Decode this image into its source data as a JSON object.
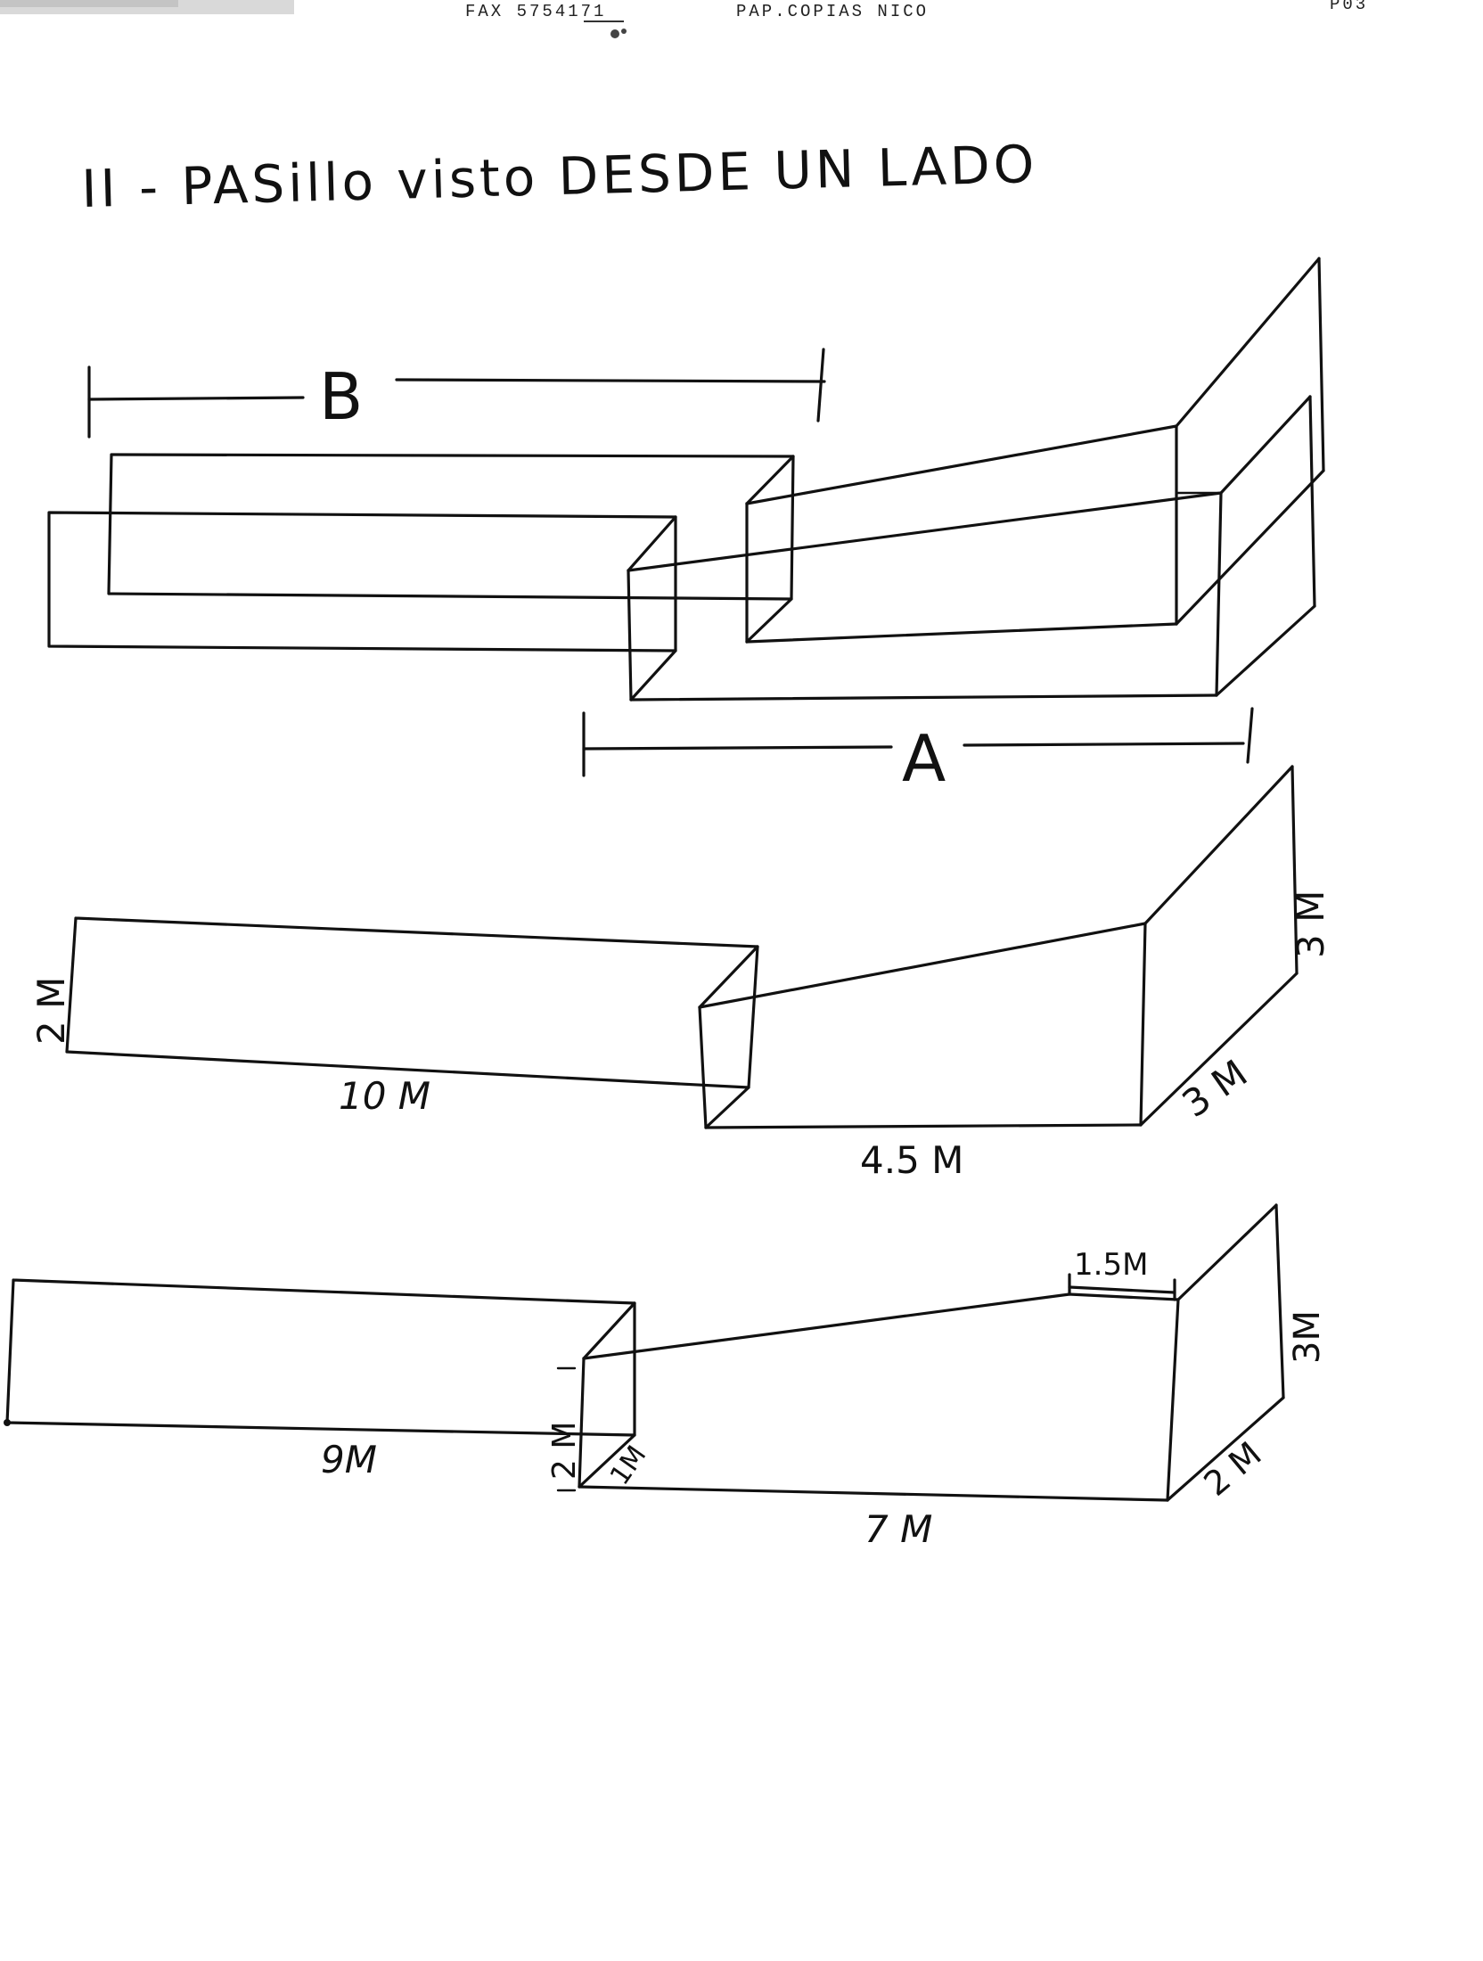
{
  "fax_header": {
    "fax_number": "FAX 5754171",
    "sender": "PAP.COPIAS NICO",
    "page": "P03"
  },
  "title": "II - PASillo visto DESDE UN LADO",
  "figure1": {
    "label_b": "B",
    "label_a": "A"
  },
  "figure2": {
    "height_left": "2 M",
    "length_left": "10 M",
    "length_right": "4.5 M",
    "depth_right": "3 M",
    "height_right": "3 M"
  },
  "figure3": {
    "length_left": "9M",
    "height_joint": "2 M",
    "depth_joint": "1M",
    "length_right": "7 M",
    "top_width": "1.5M",
    "height_right": "3M",
    "depth_right": "2 M"
  }
}
